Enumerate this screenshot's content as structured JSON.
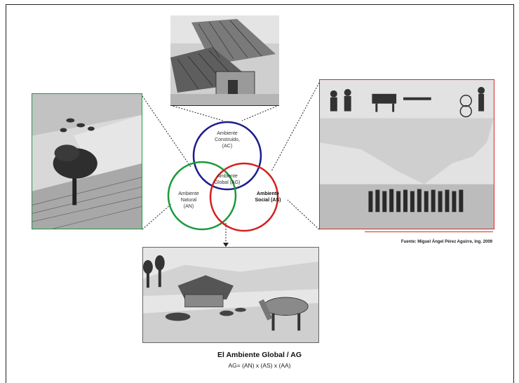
{
  "diagram": {
    "circles": {
      "built": {
        "text": "Ambiente Construido, (AC)",
        "color": "#1c1c8c"
      },
      "natural": {
        "text": "Ambiente Natural (AN)",
        "color": "#1a9a3a"
      },
      "social": {
        "text": "Ambiente Social (AS)",
        "color": "#d42020"
      },
      "global": {
        "text": "Ambiente Global (AG)"
      }
    },
    "source": "Fuente: Miguel Ángel Pérez Aguirre, Ing. 2009",
    "title": "El Ambiente Global / AG",
    "formula": "AG= (AN) x (AS) x (AA)"
  }
}
